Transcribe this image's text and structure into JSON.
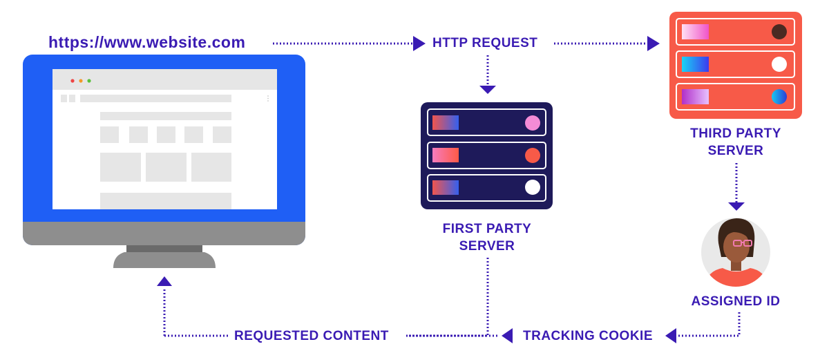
{
  "url": "https://www.website.com",
  "labels": {
    "http_request": "HTTP REQUEST",
    "first_party_line1": "FIRST PARTY",
    "first_party_line2": "SERVER",
    "third_party_line1": "THIRD PARTY",
    "third_party_line2": "SERVER",
    "assigned_id": "ASSIGNED ID",
    "tracking_cookie": "TRACKING COOKIE",
    "requested_content": "REQUESTED CONTENT"
  },
  "colors": {
    "text": "#3a1bb3",
    "arrow": "#3a1bb3",
    "monitor_frame": "#1f5ff5",
    "monitor_base": "#8e8e8e",
    "first_party_server": "#1e1a5a",
    "third_party_server": "#f75a48",
    "avatar_shirt": "#f75a48"
  }
}
